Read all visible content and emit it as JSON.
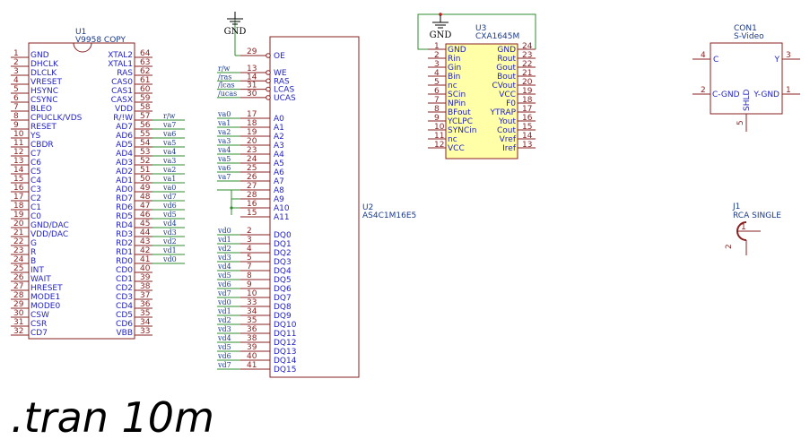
{
  "u1": {
    "ref": "U1",
    "value": "V9958 COPY",
    "left_pins": [
      {
        "num": "1",
        "name": "GND"
      },
      {
        "num": "2",
        "name": "DHCLK"
      },
      {
        "num": "3",
        "name": "DLCLK"
      },
      {
        "num": "4",
        "name": "VRESET"
      },
      {
        "num": "5",
        "name": "HSYNC"
      },
      {
        "num": "6",
        "name": "CSYNC"
      },
      {
        "num": "7",
        "name": "BLEO"
      },
      {
        "num": "8",
        "name": "CPUCLK/VDS"
      },
      {
        "num": "9",
        "name": "RESET"
      },
      {
        "num": "10",
        "name": "YS"
      },
      {
        "num": "11",
        "name": "CBDR"
      },
      {
        "num": "12",
        "name": "C7"
      },
      {
        "num": "13",
        "name": "C6"
      },
      {
        "num": "14",
        "name": "C5"
      },
      {
        "num": "15",
        "name": "C4"
      },
      {
        "num": "16",
        "name": "C3"
      },
      {
        "num": "17",
        "name": "C2"
      },
      {
        "num": "18",
        "name": "C1"
      },
      {
        "num": "19",
        "name": "C0"
      },
      {
        "num": "20",
        "name": "GND/DAC"
      },
      {
        "num": "21",
        "name": "VDD/DAC"
      },
      {
        "num": "22",
        "name": "G"
      },
      {
        "num": "23",
        "name": "R"
      },
      {
        "num": "24",
        "name": "B"
      },
      {
        "num": "25",
        "name": "INT"
      },
      {
        "num": "26",
        "name": "WAIT"
      },
      {
        "num": "27",
        "name": "HRESET"
      },
      {
        "num": "28",
        "name": "MODE1"
      },
      {
        "num": "29",
        "name": "MODE0"
      },
      {
        "num": "30",
        "name": "CSW"
      },
      {
        "num": "31",
        "name": "CSR"
      },
      {
        "num": "32",
        "name": "CD7"
      }
    ],
    "right_pins": [
      {
        "num": "64",
        "name": "XTAL2"
      },
      {
        "num": "63",
        "name": "XTAL1"
      },
      {
        "num": "62",
        "name": "RAS"
      },
      {
        "num": "61",
        "name": "CAS0"
      },
      {
        "num": "60",
        "name": "CAS1"
      },
      {
        "num": "59",
        "name": "CASX"
      },
      {
        "num": "58",
        "name": "VDD"
      },
      {
        "num": "57",
        "name": "R/!W"
      },
      {
        "num": "56",
        "name": "AD7"
      },
      {
        "num": "55",
        "name": "AD6"
      },
      {
        "num": "54",
        "name": "AD5"
      },
      {
        "num": "53",
        "name": "AD4"
      },
      {
        "num": "52",
        "name": "AD3"
      },
      {
        "num": "51",
        "name": "AD2"
      },
      {
        "num": "50",
        "name": "AD1"
      },
      {
        "num": "49",
        "name": "AD0"
      },
      {
        "num": "48",
        "name": "RD7"
      },
      {
        "num": "47",
        "name": "RD6"
      },
      {
        "num": "46",
        "name": "RD5"
      },
      {
        "num": "45",
        "name": "RD4"
      },
      {
        "num": "44",
        "name": "RD3"
      },
      {
        "num": "43",
        "name": "RD2"
      },
      {
        "num": "42",
        "name": "RD1"
      },
      {
        "num": "41",
        "name": "RD0"
      },
      {
        "num": "40",
        "name": "CD0"
      },
      {
        "num": "39",
        "name": "CD1"
      },
      {
        "num": "38",
        "name": "CD2"
      },
      {
        "num": "37",
        "name": "CD3"
      },
      {
        "num": "36",
        "name": "CD4"
      },
      {
        "num": "35",
        "name": "CD5"
      },
      {
        "num": "34",
        "name": "CD6"
      },
      {
        "num": "33",
        "name": "VBB"
      }
    ],
    "right_nets": [
      {
        "pin": "57",
        "net": "r/w"
      },
      {
        "pin": "56",
        "net": "va7"
      },
      {
        "pin": "55",
        "net": "va6"
      },
      {
        "pin": "54",
        "net": "va5"
      },
      {
        "pin": "53",
        "net": "va4"
      },
      {
        "pin": "52",
        "net": "va3"
      },
      {
        "pin": "51",
        "net": "va2"
      },
      {
        "pin": "50",
        "net": "va1"
      },
      {
        "pin": "49",
        "net": "va0"
      },
      {
        "pin": "48",
        "net": "vd7"
      },
      {
        "pin": "47",
        "net": "vd6"
      },
      {
        "pin": "46",
        "net": "vd5"
      },
      {
        "pin": "45",
        "net": "vd4"
      },
      {
        "pin": "44",
        "net": "vd3"
      },
      {
        "pin": "43",
        "net": "vd2"
      },
      {
        "pin": "42",
        "net": "vd1"
      },
      {
        "pin": "41",
        "net": "vd0"
      }
    ]
  },
  "u2": {
    "ref": "U2",
    "value": "AS4C1M16E5",
    "pins": [
      {
        "num": "29",
        "name": "OE",
        "net": ""
      },
      {
        "num": "13",
        "name": "WE",
        "net": "r/w"
      },
      {
        "num": "14",
        "name": "RAS",
        "net": "/ras"
      },
      {
        "num": "31",
        "name": "LCAS",
        "net": "/lcas"
      },
      {
        "num": "30",
        "name": "UCAS",
        "net": "/ucas"
      },
      {
        "num": "17",
        "name": "A0",
        "net": "va0"
      },
      {
        "num": "18",
        "name": "A1",
        "net": "va1"
      },
      {
        "num": "19",
        "name": "A2",
        "net": "va2"
      },
      {
        "num": "20",
        "name": "A3",
        "net": "va3"
      },
      {
        "num": "23",
        "name": "A4",
        "net": "va4"
      },
      {
        "num": "24",
        "name": "A5",
        "net": "va5"
      },
      {
        "num": "25",
        "name": "A6",
        "net": "va6"
      },
      {
        "num": "26",
        "name": "A7",
        "net": "va7"
      },
      {
        "num": "27",
        "name": "A8",
        "net": ""
      },
      {
        "num": "28",
        "name": "A9",
        "net": ""
      },
      {
        "num": "16",
        "name": "A10",
        "net": ""
      },
      {
        "num": "15",
        "name": "A11",
        "net": ""
      },
      {
        "num": "2",
        "name": "DQ0",
        "net": "vd0"
      },
      {
        "num": "3",
        "name": "DQ1",
        "net": "vd1"
      },
      {
        "num": "4",
        "name": "DQ2",
        "net": "vd2"
      },
      {
        "num": "5",
        "name": "DQ3",
        "net": "vd3"
      },
      {
        "num": "7",
        "name": "DQ4",
        "net": "vd4"
      },
      {
        "num": "8",
        "name": "DQ5",
        "net": "vd5"
      },
      {
        "num": "9",
        "name": "DQ6",
        "net": "vd6"
      },
      {
        "num": "10",
        "name": "DQ7",
        "net": "vd7"
      },
      {
        "num": "33",
        "name": "DQ8",
        "net": "vd0"
      },
      {
        "num": "34",
        "name": "DQ9",
        "net": "vd1"
      },
      {
        "num": "35",
        "name": "DQ10",
        "net": "vd2"
      },
      {
        "num": "36",
        "name": "DQ11",
        "net": "vd3"
      },
      {
        "num": "38",
        "name": "DQ12",
        "net": "vd4"
      },
      {
        "num": "39",
        "name": "DQ13",
        "net": "vd5"
      },
      {
        "num": "40",
        "name": "DQ14",
        "net": "vd6"
      },
      {
        "num": "41",
        "name": "DQ15",
        "net": "vd7"
      }
    ]
  },
  "u3": {
    "ref": "U3",
    "value": "CXA1645M",
    "left_pins": [
      {
        "num": "1",
        "name": "GND"
      },
      {
        "num": "2",
        "name": "Rin"
      },
      {
        "num": "3",
        "name": "Gin"
      },
      {
        "num": "4",
        "name": "Bin"
      },
      {
        "num": "5",
        "name": "nc"
      },
      {
        "num": "6",
        "name": "SCin"
      },
      {
        "num": "7",
        "name": "NPin"
      },
      {
        "num": "8",
        "name": "BFout"
      },
      {
        "num": "9",
        "name": "YCLPC"
      },
      {
        "num": "10",
        "name": "SYNCin"
      },
      {
        "num": "11",
        "name": "nc"
      },
      {
        "num": "12",
        "name": "VCC"
      }
    ],
    "right_pins": [
      {
        "num": "24",
        "name": "GND"
      },
      {
        "num": "23",
        "name": "Rout"
      },
      {
        "num": "22",
        "name": "Gout"
      },
      {
        "num": "21",
        "name": "Bout"
      },
      {
        "num": "20",
        "name": "CVout"
      },
      {
        "num": "19",
        "name": "VCC"
      },
      {
        "num": "18",
        "name": "F0"
      },
      {
        "num": "17",
        "name": "YTRAP"
      },
      {
        "num": "16",
        "name": "Yout"
      },
      {
        "num": "15",
        "name": "Cout"
      },
      {
        "num": "14",
        "name": "Vref"
      },
      {
        "num": "13",
        "name": "Iref"
      }
    ]
  },
  "gnd_labels": [
    "GND",
    "GND"
  ],
  "con1": {
    "ref": "CON1",
    "value": "S-Video",
    "pins": [
      {
        "num": "4",
        "name": "C"
      },
      {
        "num": "3",
        "name": "Y"
      },
      {
        "num": "2",
        "name": "C-GND"
      },
      {
        "num": "1",
        "name": "Y-GND"
      },
      {
        "num": "5",
        "name": "SHLD"
      }
    ]
  },
  "j1": {
    "ref": "J1",
    "value": "RCA SINGLE",
    "pins": [
      {
        "num": "1"
      },
      {
        "num": "2"
      }
    ]
  },
  "directive": ".tran 10m",
  "colors": {
    "body": "#8a1f1f",
    "pin_label": "#1f1fc4",
    "wire": "#2e8b2e",
    "ref": "#1a3a8a"
  }
}
